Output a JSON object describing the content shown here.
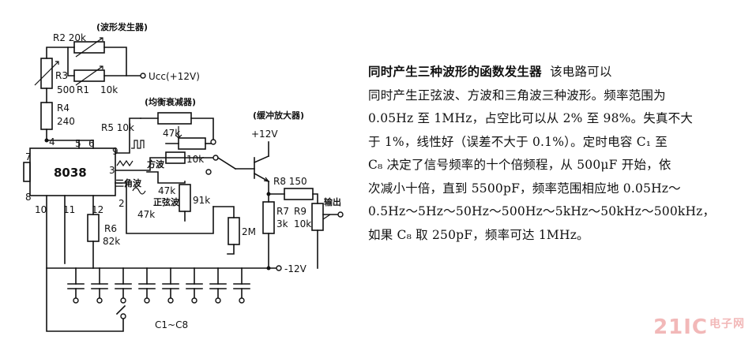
{
  "diagram": {
    "labels": {
      "waveform_generator": "(波形发生器)",
      "balance_reducer": "(均衡衰减器)",
      "buffer_amp": "(缓冲放大器)",
      "r2": "R2  20k",
      "r3": "R3",
      "r3_val": "500",
      "r1": "R1",
      "r1_val": "10k",
      "vcc": "Ucc(+12V)",
      "r4": "R4",
      "r4_val": "240",
      "r5": "R5  10k",
      "r_47k_top": "47k",
      "r_10k_mid": "10k",
      "r_47k_mid": "47k",
      "r_47k_low": "47k",
      "r_91k": "91k",
      "r_2m": "2M",
      "r6": "R6",
      "r6_val": "82k",
      "r7": "R7",
      "r7_val": "3k",
      "r8": "R8  150",
      "r9": "R9",
      "r9_val": "10k",
      "plus12": "+12V",
      "minus12": "-12V",
      "output": "输出",
      "square_wave": "方波",
      "triangle_wave": "三角波",
      "sine_wave": "正弦波",
      "chip": "8038",
      "capacitors": "C1~C8",
      "pins": {
        "p4": "4",
        "p5": "5",
        "p6": "6",
        "p7": "7",
        "p8": "8",
        "p9": "9",
        "p3": "3",
        "p2": "2",
        "p10": "10",
        "p11": "11",
        "p12": "12"
      }
    }
  },
  "description": {
    "title": "同时产生三种波形的函数发生器",
    "line1": "该电路可以",
    "line2": "同时产生正弦波、方波和三角波三种波形。频率范围为",
    "line3": "0.05Hz 至 1MHz，占空比可以从 2% 至 98%。失真不大",
    "line4": "于 1%，线性好（误差不大于 0.1%）。定时电容 C₁ 至",
    "line5": "C₈ 决定了信号频率的十个倍频程，从 500μF 开始，依",
    "line6": "次减小十倍，直到 5500pF，频率范围相应地 0.05Hz～",
    "line7": "0.5Hz～5Hz～50Hz～500Hz～5kHz～50kHz～500kHz，",
    "line8": "如果 C₈ 取 250pF，频率可达 1MHz。"
  },
  "watermark": {
    "main": "21IC",
    "sub": "电子网"
  }
}
